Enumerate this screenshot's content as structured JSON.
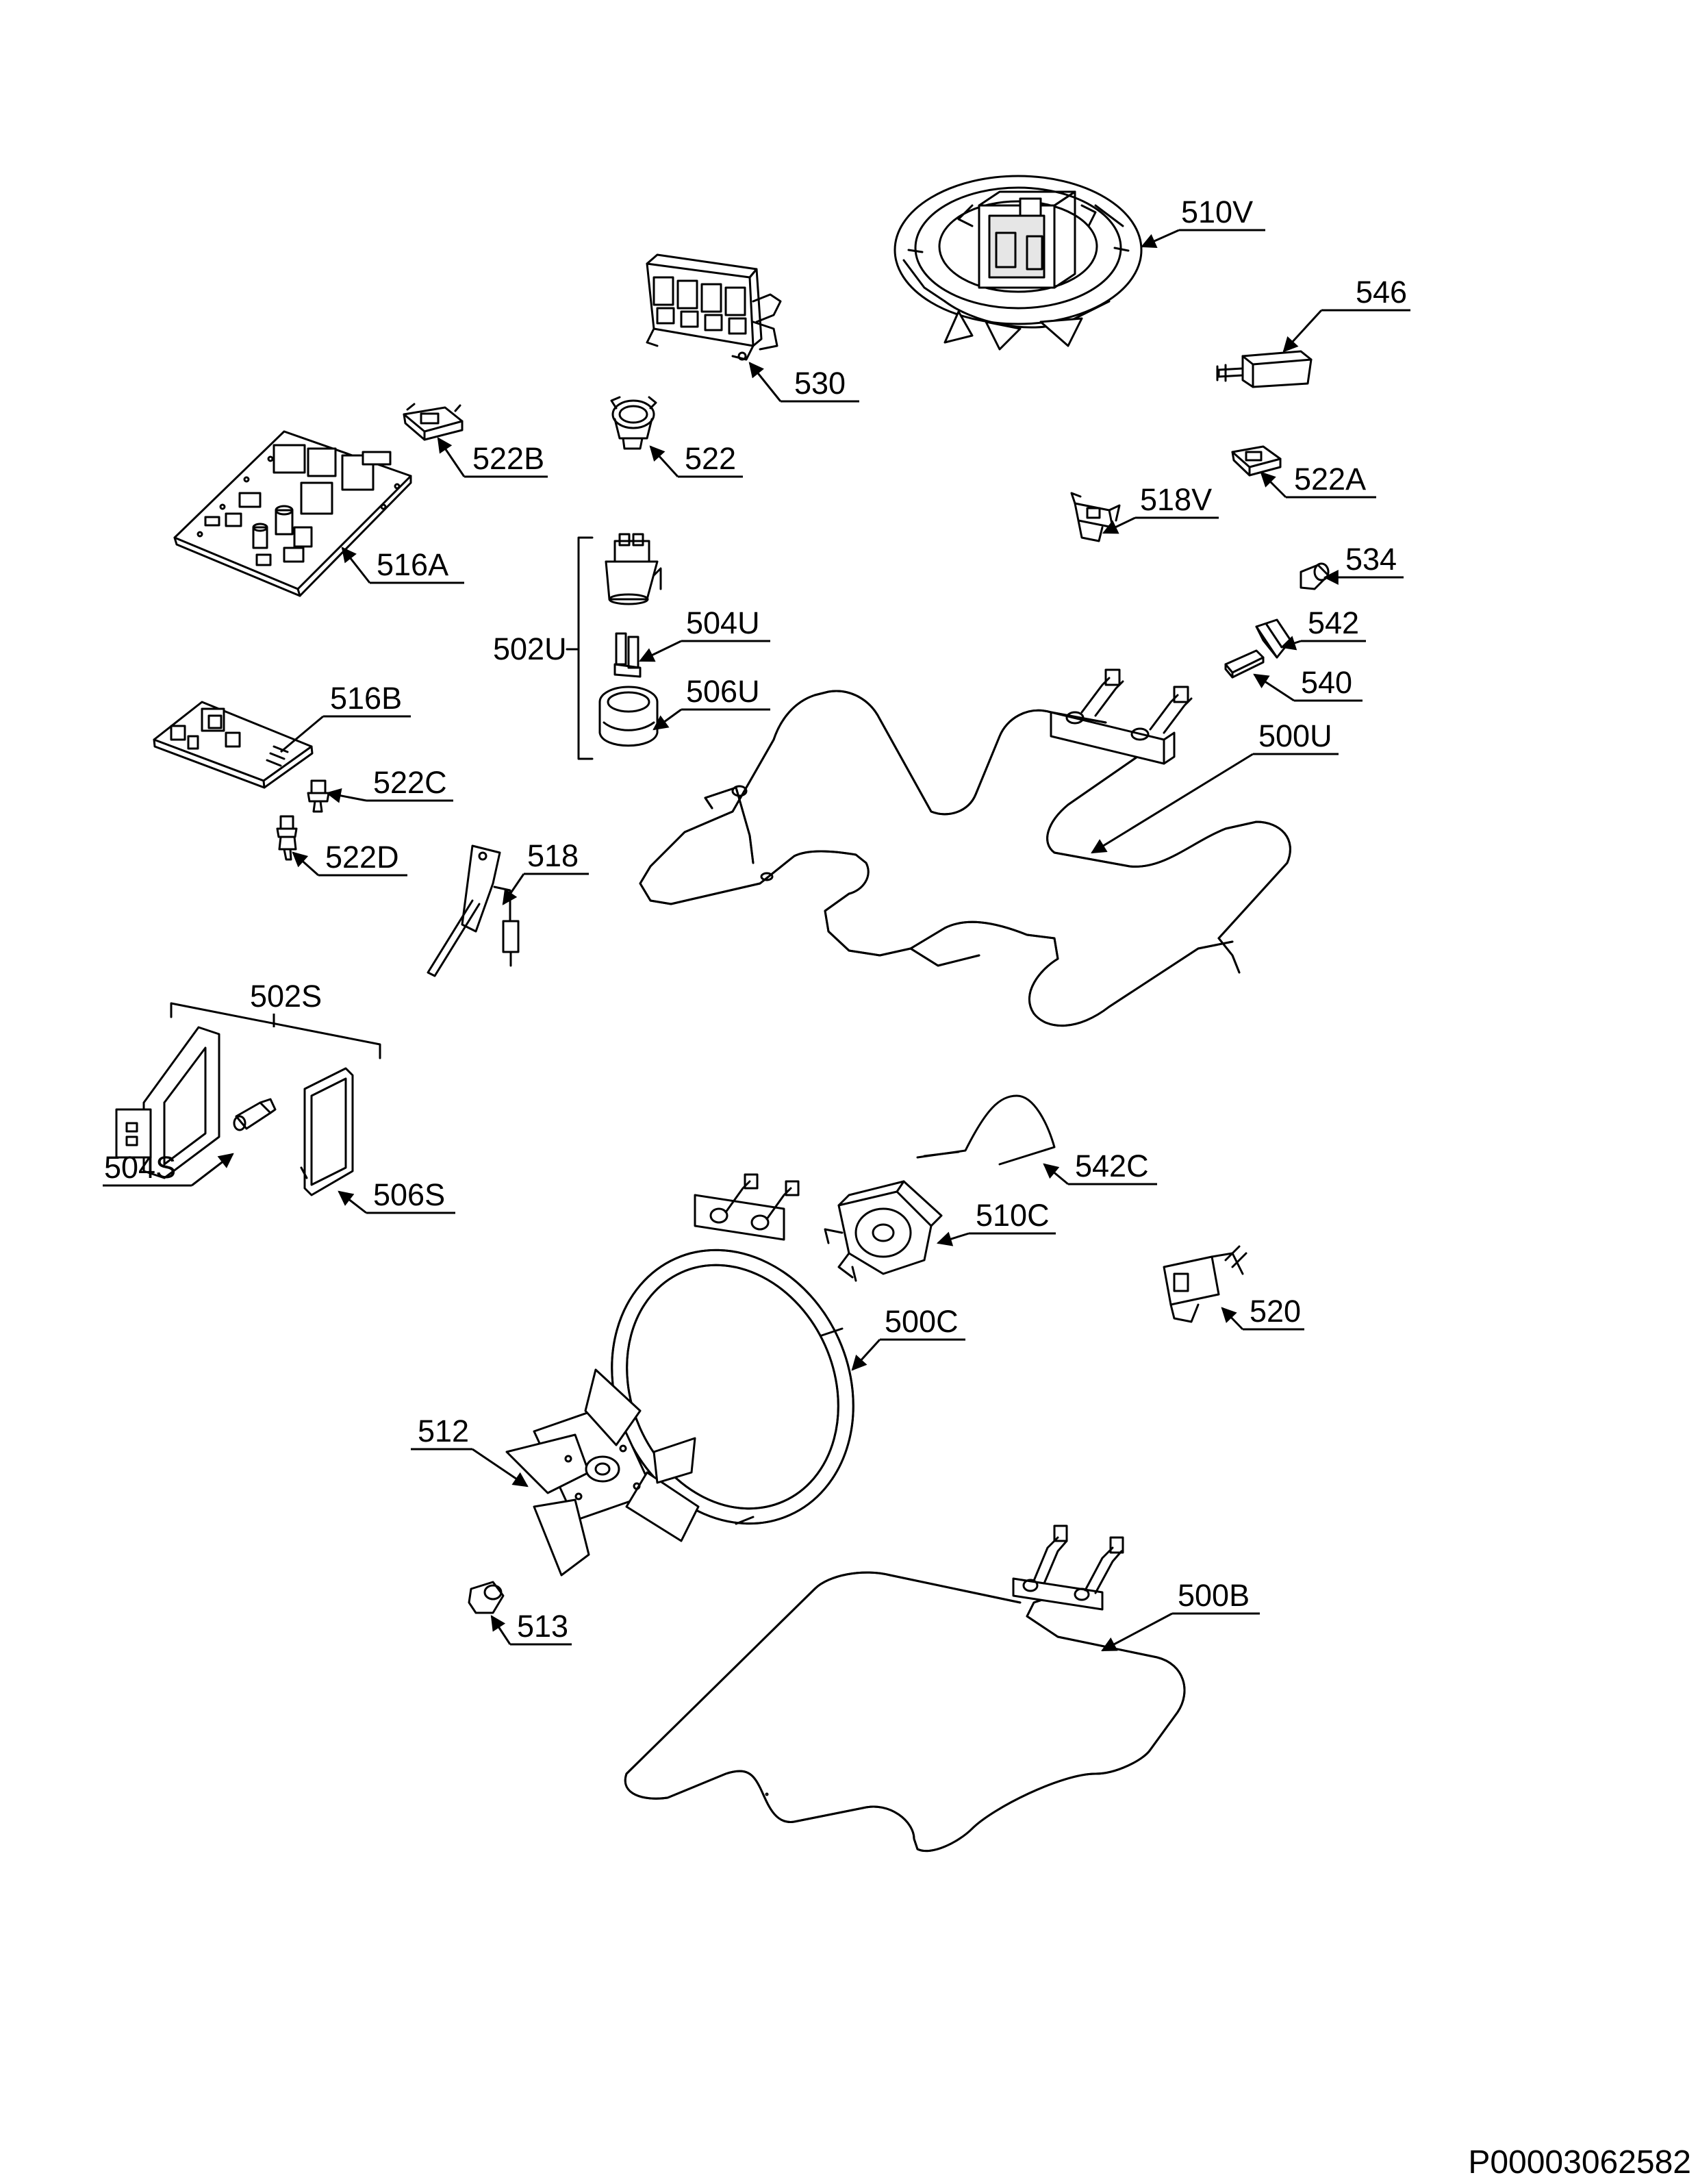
{
  "diagram": {
    "document_id": "P00003062582",
    "parts": [
      {
        "id": "510V",
        "name": "part-510v"
      },
      {
        "id": "546",
        "name": "part-546"
      },
      {
        "id": "530",
        "name": "part-530"
      },
      {
        "id": "522B",
        "name": "part-522b"
      },
      {
        "id": "522",
        "name": "part-522"
      },
      {
        "id": "522A",
        "name": "part-522a"
      },
      {
        "id": "518V",
        "name": "part-518v"
      },
      {
        "id": "516A",
        "name": "part-516a"
      },
      {
        "id": "502U",
        "name": "part-502u"
      },
      {
        "id": "504U",
        "name": "part-504u"
      },
      {
        "id": "506U",
        "name": "part-506u"
      },
      {
        "id": "534",
        "name": "part-534"
      },
      {
        "id": "542",
        "name": "part-542"
      },
      {
        "id": "540",
        "name": "part-540"
      },
      {
        "id": "500U",
        "name": "part-500u"
      },
      {
        "id": "516B",
        "name": "part-516b"
      },
      {
        "id": "522C",
        "name": "part-522c"
      },
      {
        "id": "522D",
        "name": "part-522d"
      },
      {
        "id": "518",
        "name": "part-518"
      },
      {
        "id": "502S",
        "name": "part-502s"
      },
      {
        "id": "504S",
        "name": "part-504s"
      },
      {
        "id": "506S",
        "name": "part-506s"
      },
      {
        "id": "542C",
        "name": "part-542c"
      },
      {
        "id": "510C",
        "name": "part-510c"
      },
      {
        "id": "520",
        "name": "part-520"
      },
      {
        "id": "500C",
        "name": "part-500c"
      },
      {
        "id": "512",
        "name": "part-512"
      },
      {
        "id": "513",
        "name": "part-513"
      },
      {
        "id": "500B",
        "name": "part-500b"
      }
    ]
  }
}
